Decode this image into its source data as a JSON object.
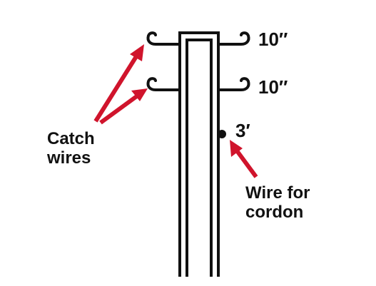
{
  "labels": {
    "top_spacing": "10″",
    "middle_spacing": "10″",
    "cordon_height": "3′",
    "catch_wires_line1": "Catch",
    "catch_wires_line2": "wires",
    "cordon_wire_line1": "Wire for",
    "cordon_wire_line2": "cordon"
  },
  "colors": {
    "structure": "#111111",
    "arrow": "#d0142c",
    "background": "#ffffff"
  }
}
